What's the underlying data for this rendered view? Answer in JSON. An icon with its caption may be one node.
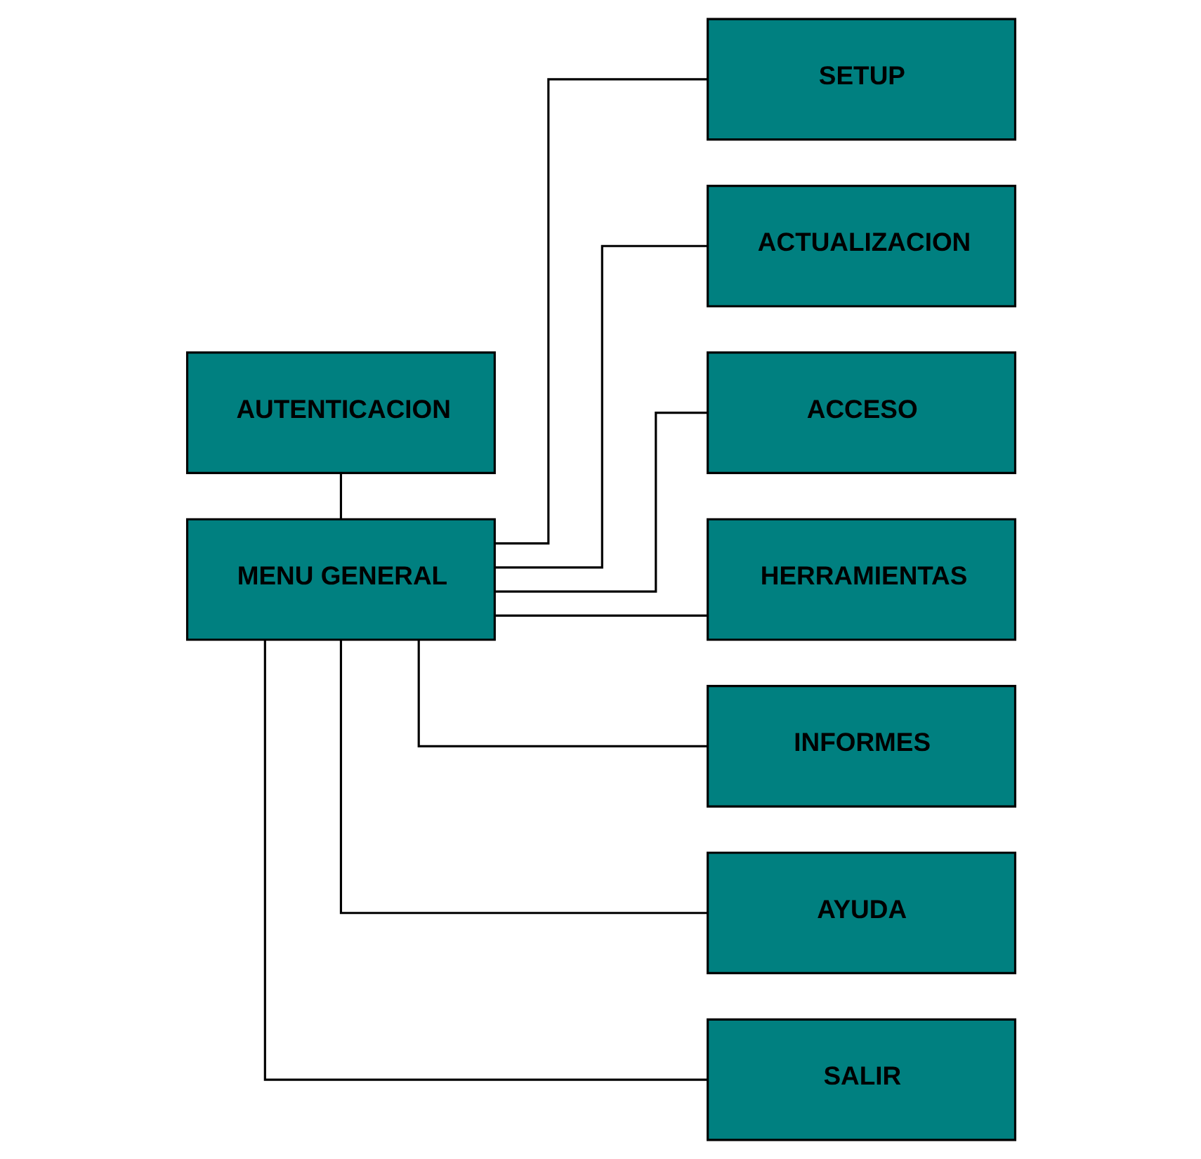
{
  "diagram": {
    "nodes": [
      {
        "text": [
          "AUTENTICACION"
        ]
      },
      {
        "text": [
          "MENU GENERAL"
        ]
      },
      {
        "text": [
          "SETUP"
        ]
      },
      {
        "text": [
          "ACTUALIZACION"
        ]
      },
      {
        "text": [
          "ACCESO"
        ]
      },
      {
        "text": [
          "HERRAMIENTAS"
        ]
      },
      {
        "text": [
          "INFORMES"
        ]
      },
      {
        "text": [
          "AYUDA"
        ]
      },
      {
        "text": [
          "SALIR"
        ]
      }
    ],
    "edges": [
      {
        "from": 0,
        "to": 1,
        "arrow": "none"
      },
      {
        "from": 1,
        "to": 2,
        "arrow": "none"
      },
      {
        "from": 1,
        "to": 3,
        "arrow": "none"
      },
      {
        "from": 1,
        "to": 4,
        "arrow": "none"
      },
      {
        "from": 1,
        "to": 5,
        "arrow": "none"
      },
      {
        "from": 1,
        "to": 6,
        "arrow": "none"
      },
      {
        "from": 1,
        "to": 7,
        "arrow": "none"
      },
      {
        "from": 1,
        "to": 8,
        "arrow": "none"
      }
    ]
  }
}
